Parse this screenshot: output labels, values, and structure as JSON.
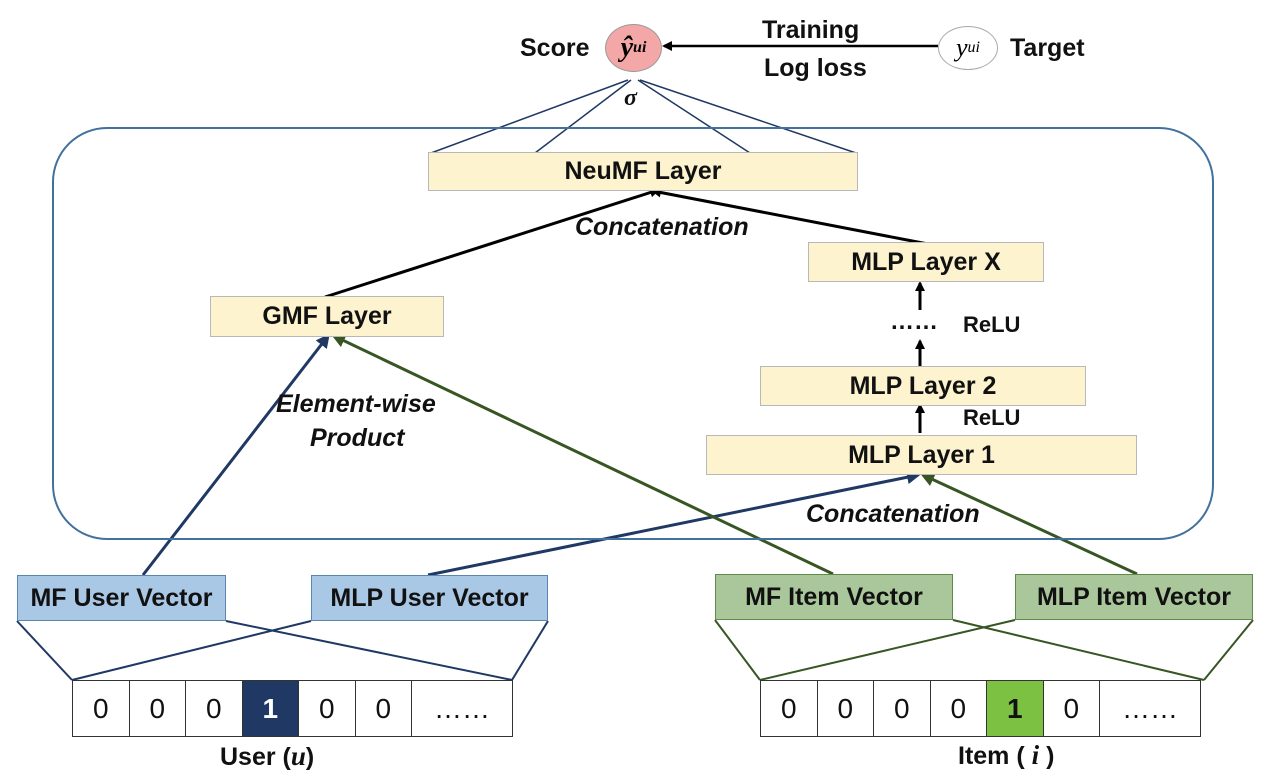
{
  "top": {
    "score_label": "Score",
    "score_symbol": "ŷ",
    "score_sub": "ui",
    "sigma": "σ",
    "training_label": "Training",
    "logloss_label": "Log loss",
    "target_symbol": "y",
    "target_sub": "ui",
    "target_label": "Target"
  },
  "layers": {
    "neumf": "NeuMF Layer",
    "concat_top": "Concatenation",
    "gmf": "GMF Layer",
    "mlp_x": "MLP Layer X",
    "dots": "……",
    "relu_top": "ReLU",
    "mlp_2": "MLP Layer 2",
    "relu_bottom": "ReLU",
    "mlp_1": "MLP Layer 1",
    "elementwise_line1": "Element-wise",
    "elementwise_line2": "Product",
    "concat_bottom": "Concatenation"
  },
  "vectors": {
    "mf_user": "MF User Vector",
    "mlp_user": "MLP User Vector",
    "mf_item": "MF Item Vector",
    "mlp_item": "MLP Item Vector"
  },
  "user_onehot": {
    "cells": [
      "0",
      "0",
      "0",
      "1",
      "0",
      "0",
      "……"
    ],
    "label": "User (",
    "label_var": "u",
    "label_end": ")"
  },
  "item_onehot": {
    "cells": [
      "0",
      "0",
      "0",
      "0",
      "1",
      "0",
      "……"
    ],
    "label": "Item ( ",
    "label_var": "i",
    "label_end": " )"
  },
  "colors": {
    "frame": "#41719c",
    "layer_fill": "#fdf3cf",
    "user_fill": "#a9c8e6",
    "user_line": "#1f3864",
    "item_fill": "#a9c79a",
    "item_line": "#375623",
    "score_fill": "#f4a7a7"
  }
}
